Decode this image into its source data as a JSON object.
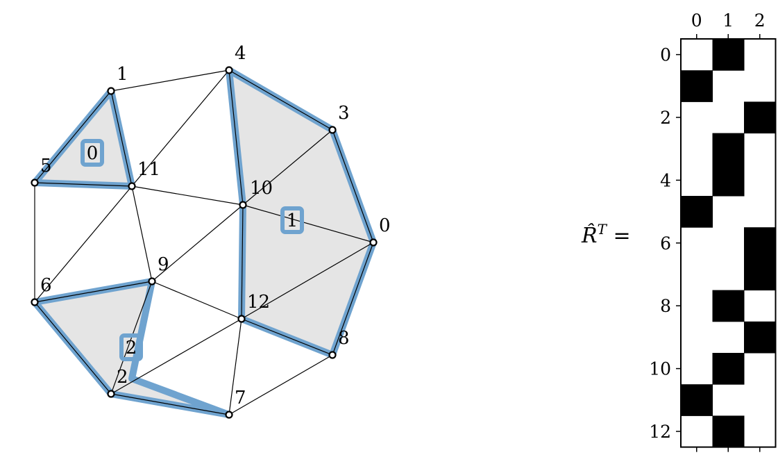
{
  "graph": {
    "nodes": [
      {
        "id": "0"
      },
      {
        "id": "1"
      },
      {
        "id": "2"
      },
      {
        "id": "3"
      },
      {
        "id": "4"
      },
      {
        "id": "5"
      },
      {
        "id": "6"
      },
      {
        "id": "7"
      },
      {
        "id": "8"
      },
      {
        "id": "9"
      },
      {
        "id": "10"
      },
      {
        "id": "11"
      },
      {
        "id": "12"
      }
    ],
    "edges": [
      [
        "1",
        "4"
      ],
      [
        "1",
        "5"
      ],
      [
        "1",
        "11"
      ],
      [
        "5",
        "11"
      ],
      [
        "5",
        "6"
      ],
      [
        "11",
        "4"
      ],
      [
        "11",
        "6"
      ],
      [
        "11",
        "10"
      ],
      [
        "11",
        "9"
      ],
      [
        "4",
        "3"
      ],
      [
        "4",
        "10"
      ],
      [
        "3",
        "10"
      ],
      [
        "3",
        "0"
      ],
      [
        "10",
        "0"
      ],
      [
        "10",
        "9"
      ],
      [
        "10",
        "12"
      ],
      [
        "0",
        "12"
      ],
      [
        "0",
        "8"
      ],
      [
        "12",
        "8"
      ],
      [
        "12",
        "7"
      ],
      [
        "12",
        "2"
      ],
      [
        "9",
        "12"
      ],
      [
        "9",
        "6"
      ],
      [
        "9",
        "2"
      ],
      [
        "6",
        "2"
      ],
      [
        "2",
        "7"
      ],
      [
        "7",
        "8"
      ]
    ],
    "regions": [
      {
        "label": "0",
        "nodes": [
          "1",
          "11",
          "5"
        ]
      },
      {
        "label": "1",
        "nodes": [
          "4",
          "3",
          "0",
          "8",
          "12",
          "10"
        ]
      },
      {
        "label": "2",
        "nodes": [
          "6",
          "9",
          "2",
          "7"
        ]
      }
    ],
    "colors": {
      "region_fill": "#e5e5e5",
      "region_outline": "#6fa3cf",
      "edge": "#000000"
    }
  },
  "matrix": {
    "label_prefix": "R̂",
    "label_superscript": "T",
    "label_suffix": " =",
    "col_ticks": [
      "0",
      "1",
      "2"
    ],
    "row_ticks": [
      "0",
      "2",
      "4",
      "6",
      "8",
      "10",
      "12"
    ],
    "cells": [
      [
        0,
        1,
        0
      ],
      [
        1,
        0,
        0
      ],
      [
        0,
        0,
        1
      ],
      [
        0,
        1,
        0
      ],
      [
        0,
        1,
        0
      ],
      [
        1,
        0,
        0
      ],
      [
        0,
        0,
        1
      ],
      [
        0,
        0,
        1
      ],
      [
        0,
        1,
        0
      ],
      [
        0,
        0,
        1
      ],
      [
        0,
        1,
        0
      ],
      [
        1,
        0,
        0
      ],
      [
        0,
        1,
        0
      ]
    ]
  }
}
